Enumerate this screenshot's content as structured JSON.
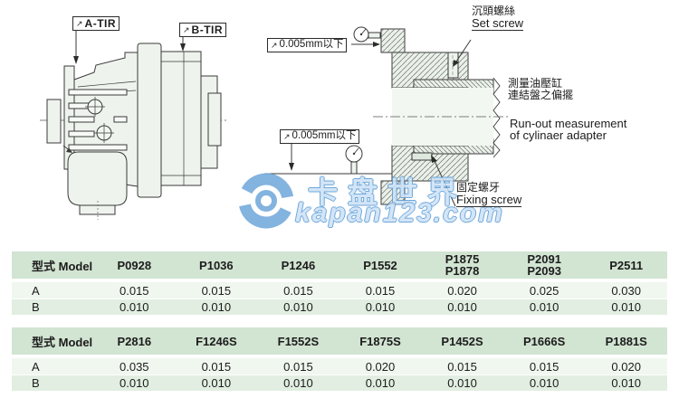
{
  "colors": {
    "watermark_blue": "#5b9bd5",
    "table_header_green": "#d2e4d2",
    "row_a_green": "#f0f7ef",
    "row_b_green": "#e1eee1",
    "drawing_fill": "#eef4ed"
  },
  "diagram_left": {
    "a_tir": {
      "sym": "↗",
      "text": "A-TIR"
    },
    "b_tir": {
      "sym": "↗",
      "text": "B-TIR"
    }
  },
  "diagram_right": {
    "tolerance_top": {
      "sym": "↗",
      "text": "0.005mm以下"
    },
    "tolerance_bottom": {
      "sym": "↗",
      "text": "0.005mm以下"
    },
    "set_screw": {
      "zh": "沉頭螺絲",
      "en": "Set screw"
    },
    "runout": {
      "zh1": "測量油壓缸",
      "zh2": "連結盤之偏擺",
      "en1": "Run-out measurement",
      "en2": "of cylinaer adapter"
    },
    "fixing_screw": {
      "zh": "固定螺牙",
      "en": "Fixing screw"
    }
  },
  "watermark": {
    "cjk": "卡盘世界",
    "domain": "kapan123.com"
  },
  "tables": [
    {
      "header_label": "型式 Model",
      "columns": [
        "P0928",
        "P1036",
        "P1246",
        "P1552",
        "P1875\nP1878",
        "P2091\nP2093",
        "P2511"
      ],
      "rows": [
        {
          "label": "A",
          "values": [
            "0.015",
            "0.015",
            "0.015",
            "0.015",
            "0.020",
            "0.025",
            "0.030"
          ]
        },
        {
          "label": "B",
          "values": [
            "0.010",
            "0.010",
            "0.010",
            "0.010",
            "0.010",
            "0.010",
            "0.010"
          ]
        }
      ]
    },
    {
      "header_label": "型式 Model",
      "columns": [
        "P2816",
        "F1246S",
        "F1552S",
        "F1875S",
        "P1452S",
        "P1666S",
        "P1881S"
      ],
      "rows": [
        {
          "label": "A",
          "values": [
            "0.035",
            "0.015",
            "0.015",
            "0.020",
            "0.015",
            "0.015",
            "0.020"
          ]
        },
        {
          "label": "B",
          "values": [
            "0.010",
            "0.010",
            "0.010",
            "0.010",
            "0.010",
            "0.010",
            "0.010"
          ]
        }
      ]
    }
  ]
}
